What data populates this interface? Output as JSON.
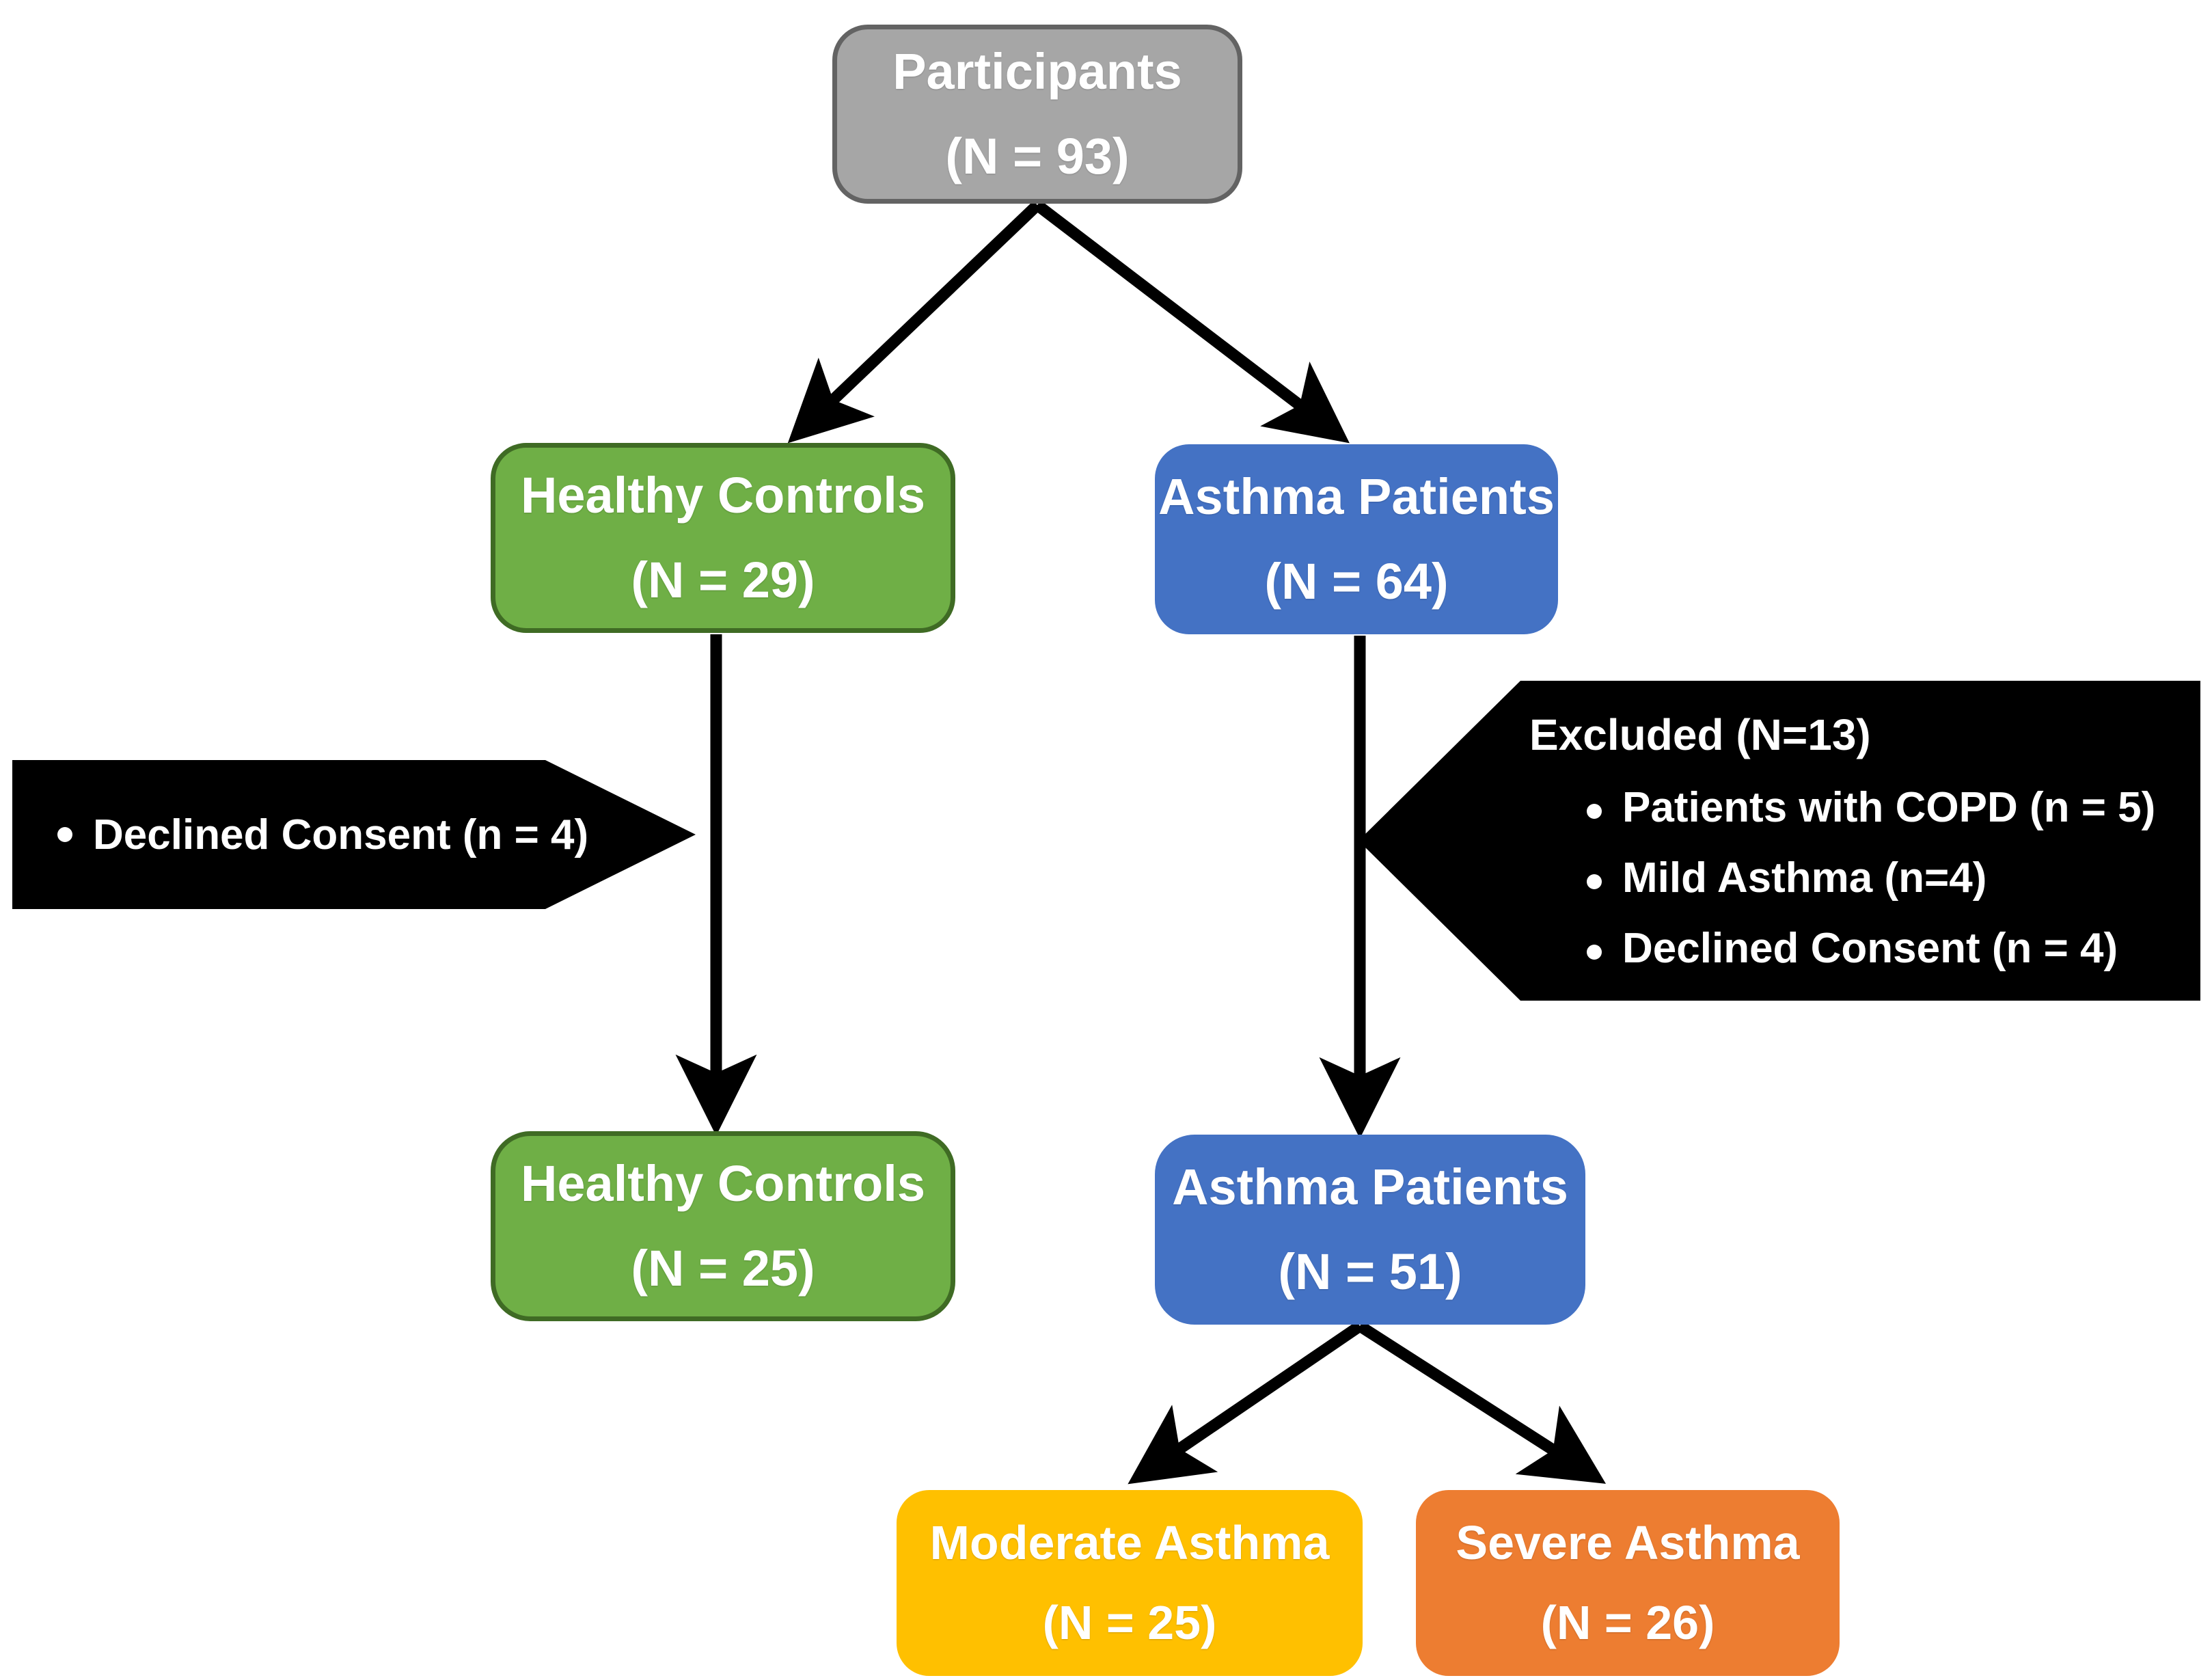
{
  "diagram": {
    "title": "Participant flow diagram",
    "colors": {
      "participants": "#a6a6a6",
      "participants_border": "#636363",
      "healthy_controls": "#6faf46",
      "healthy_controls_border": "#3f6b24",
      "asthma_patients": "#4472c4",
      "moderate_asthma": "#ffc000",
      "severe_asthma": "#ed7d31",
      "callout": "#000000",
      "arrow": "#000000",
      "node_text": "#ffffff"
    },
    "nodes": {
      "participants": {
        "line1": "Participants",
        "line2": "(N = 93)"
      },
      "healthy_controls_top": {
        "line1": "Healthy Controls",
        "line2": "(N = 29)"
      },
      "asthma_patients_top": {
        "line1": "Asthma Patients",
        "line2": "(N = 64)"
      },
      "healthy_controls_bottom": {
        "line1": "Healthy Controls",
        "line2": "(N = 25)"
      },
      "asthma_patients_bottom": {
        "line1": "Asthma Patients",
        "line2": "(N = 51)"
      },
      "moderate_asthma": {
        "line1": "Moderate Asthma",
        "line2": "(N = 25)"
      },
      "severe_asthma": {
        "line1": "Severe Asthma",
        "line2": "(N = 26)"
      }
    },
    "callouts": {
      "controls_exclusion": {
        "bullets": [
          "Declined Consent (n = 4)"
        ]
      },
      "asthma_exclusion": {
        "heading": "Excluded (N=13)",
        "bullets": [
          "Patients with COPD (n = 5)",
          "Mild Asthma (n=4)",
          "Declined Consent (n = 4)"
        ]
      }
    }
  }
}
